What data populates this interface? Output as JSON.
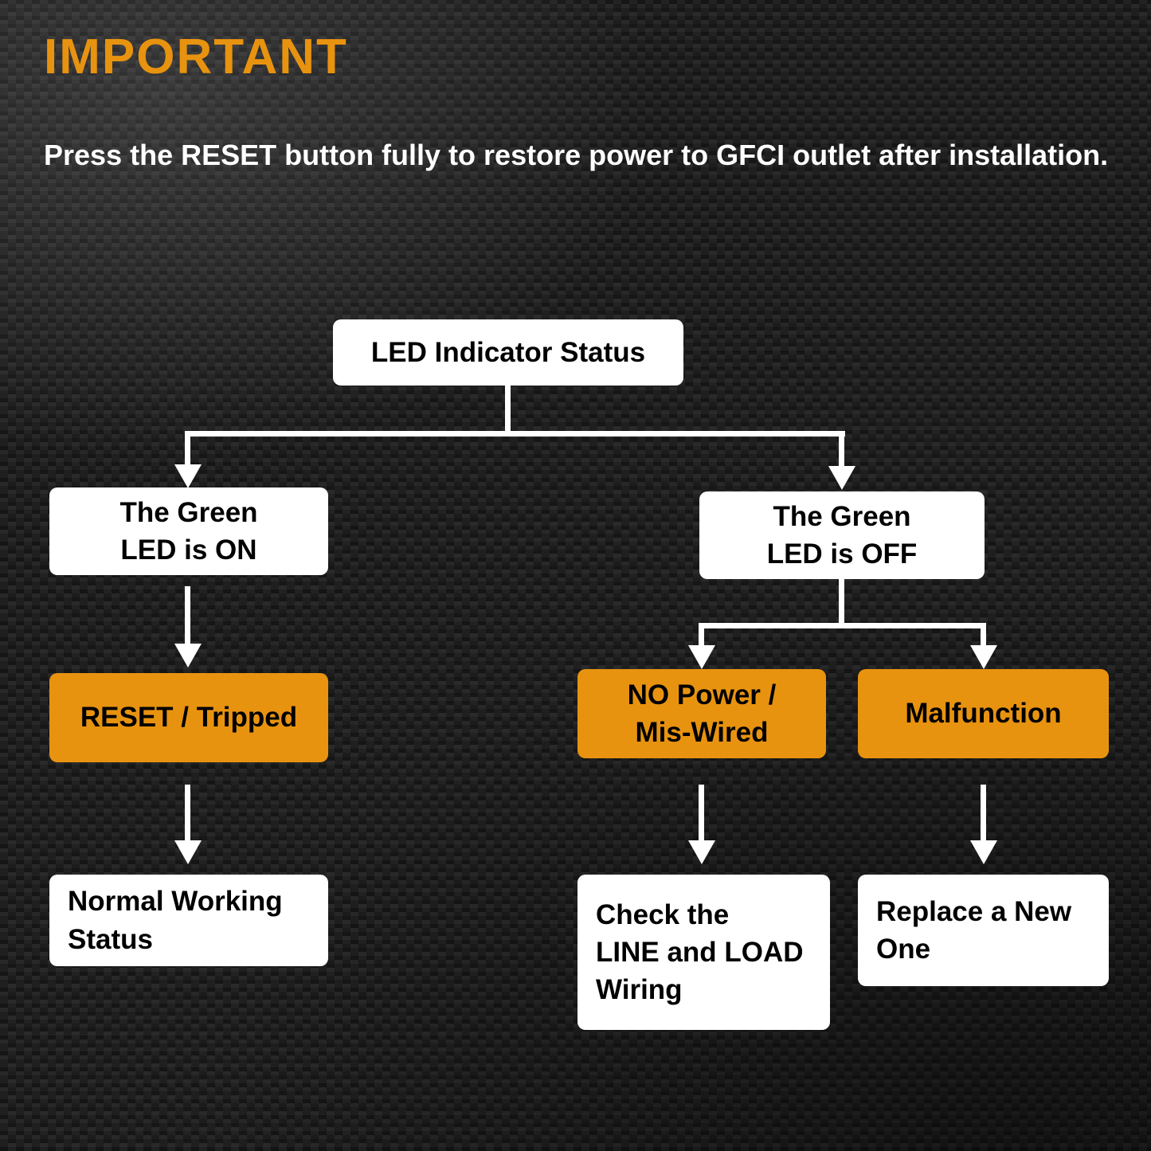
{
  "colors": {
    "accent_orange": "#E8930F",
    "node_white": "#FFFFFF",
    "node_text": "#000000",
    "connector_white": "#FFFFFF",
    "header_text": "#FFFFFF",
    "background": "#161616"
  },
  "header": {
    "title": "IMPORTANT",
    "description": "Press the RESET button fully to restore power to GFCI outlet after installation."
  },
  "flowchart": {
    "root": {
      "lines": [
        "LED Indicator Status"
      ]
    },
    "green_on": {
      "lines": [
        "The Green",
        "LED is ON"
      ]
    },
    "green_off": {
      "lines": [
        "The Green",
        "LED is OFF"
      ]
    },
    "reset_tripped": {
      "lines": [
        "RESET / Tripped"
      ]
    },
    "no_power": {
      "lines": [
        "NO Power /",
        "Mis-Wired"
      ]
    },
    "malfunction": {
      "lines": [
        "Malfunction"
      ]
    },
    "normal_status": {
      "lines": [
        "Normal Working",
        "Status"
      ]
    },
    "check_wiring": {
      "lines": [
        "Check the",
        "LINE and LOAD",
        "Wiring"
      ]
    },
    "replace_new": {
      "lines": [
        "Replace a New",
        "One"
      ]
    }
  }
}
